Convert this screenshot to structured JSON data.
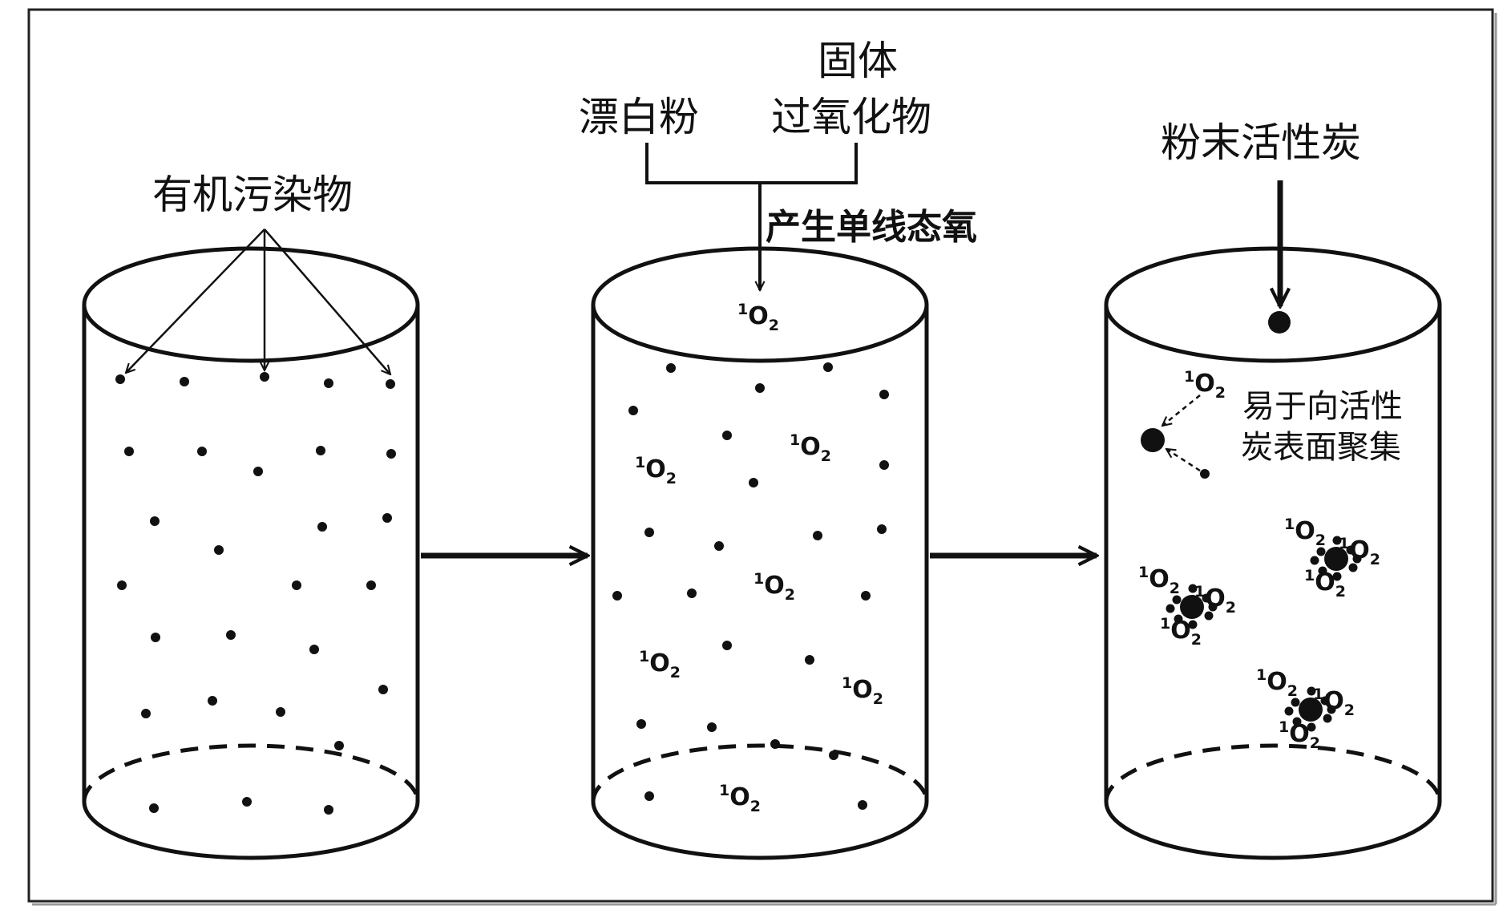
{
  "labels": {
    "organic_pollutants": "有机污染物",
    "bleach_powder": "漂白粉",
    "solid": "固体",
    "peroxide": "过氧化物",
    "generate_singlet_oxygen": "产生单线态氧",
    "powdered_activated_carbon": "粉末活性炭",
    "aggregate_line1": "易于向活性",
    "aggregate_line2": "炭表面聚集"
  },
  "singlet_oxygen": {
    "prefix": "1",
    "base": "O",
    "subscript": "2"
  },
  "colors": {
    "ink": "#111111",
    "background": "#ffffff"
  }
}
